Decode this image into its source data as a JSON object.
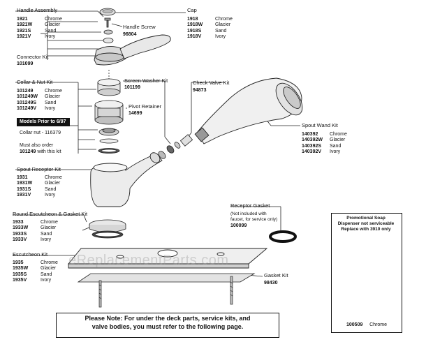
{
  "handle_assembly": {
    "title": "Handle Assembly",
    "parts": [
      {
        "num": "1921",
        "finish": "Chrome"
      },
      {
        "num": "1921W",
        "finish": "Glacier"
      },
      {
        "num": "1921S",
        "finish": "Sand"
      },
      {
        "num": "1921V",
        "finish": "Ivory"
      }
    ]
  },
  "connector_kit": {
    "title": "Connector Kit",
    "num": "101099"
  },
  "cap": {
    "title": "Cap",
    "parts": [
      {
        "num": "1918",
        "finish": "Chrome"
      },
      {
        "num": "1918W",
        "finish": "Glacier"
      },
      {
        "num": "1918S",
        "finish": "Sand"
      },
      {
        "num": "1918V",
        "finish": "Ivory"
      }
    ]
  },
  "handle_screw": {
    "title": "Handle Screw",
    "num": "96804"
  },
  "collar_nut_kit": {
    "title": "Collar & Nut Kit",
    "parts": [
      {
        "num": "101249",
        "finish": "Chrome"
      },
      {
        "num": "101249W",
        "finish": "Glacier"
      },
      {
        "num": "101249S",
        "finish": "Sand"
      },
      {
        "num": "101249V",
        "finish": "Ivory"
      }
    ]
  },
  "screen_washer_kit": {
    "title": "Screen Washer Kit",
    "num": "101199"
  },
  "pivot_retainer": {
    "title": "Pivot Retainer",
    "num": "14699"
  },
  "check_valve_kit": {
    "title": "Check Valve Kit",
    "num": "94873"
  },
  "models_prior": {
    "title": "Models Prior to 6/97",
    "collar_nut": "Collar nut - 116379",
    "must_also": "Must also order",
    "with_kit_num": "101249",
    "with_kit_text": "with this kit"
  },
  "spout_wand_kit": {
    "title": "Spout Wand Kit",
    "parts": [
      {
        "num": "140392",
        "finish": "Chrome"
      },
      {
        "num": "140392W",
        "finish": "Glacier"
      },
      {
        "num": "140392S",
        "finish": "Sand"
      },
      {
        "num": "140392V",
        "finish": "Ivory"
      }
    ]
  },
  "spout_receptor_kit": {
    "title": "Spout Receptor Kit",
    "parts": [
      {
        "num": "1931",
        "finish": "Chrome"
      },
      {
        "num": "1931W",
        "finish": "Glacier"
      },
      {
        "num": "1931S",
        "finish": "Sand"
      },
      {
        "num": "1931V",
        "finish": "Ivory"
      }
    ]
  },
  "receptor_gasket": {
    "title": "Receptor Gasket",
    "note1": "(Not included with",
    "note2": "faucet, for service only)",
    "num": "100099"
  },
  "round_escutcheon": {
    "title": "Round Escutcheon & Gasket Kit",
    "parts": [
      {
        "num": "1933",
        "finish": "Chrome"
      },
      {
        "num": "1933W",
        "finish": "Glacier"
      },
      {
        "num": "1933S",
        "finish": "Sand"
      },
      {
        "num": "1933V",
        "finish": "Ivory"
      }
    ]
  },
  "escutcheon_kit": {
    "title": "Escutcheon  Kit",
    "parts": [
      {
        "num": "1935",
        "finish": "Chrome"
      },
      {
        "num": "1935W",
        "finish": "Glacier"
      },
      {
        "num": "1935S",
        "finish": "Sand"
      },
      {
        "num": "1935V",
        "finish": "Ivory"
      }
    ]
  },
  "gasket_kit": {
    "title": "Gasket Kit",
    "num": "98430"
  },
  "promo": {
    "line1": "Promotional Soap",
    "line2": "Dispenser not serviceable",
    "line3": "Replace with 3910 only",
    "num": "100509",
    "finish": "Chrome"
  },
  "note": {
    "line1": "Please Note:  For under the deck parts, service kits, and",
    "line2": "valve bodies, you must refer to the following page."
  },
  "watermark": "eReplacementParts.com"
}
